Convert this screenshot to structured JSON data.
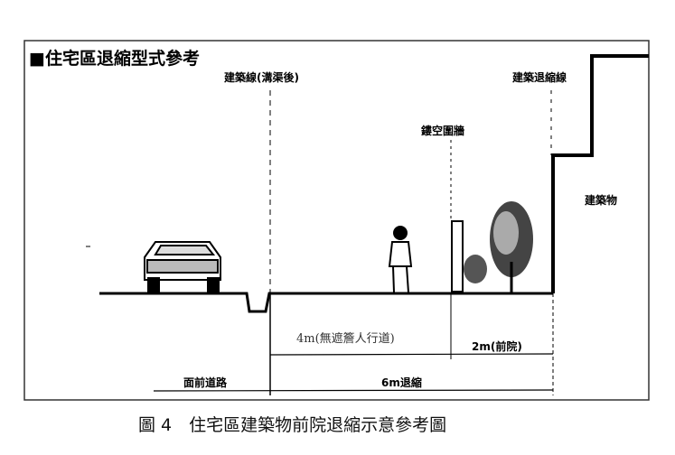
{
  "diagram": {
    "title": "■住宅區退縮型式參考",
    "labels": {
      "building_line": "建築線(溝渠後)",
      "setback_line": "建築退縮線",
      "open_fence": "鏤空圍牆",
      "building": "建築物",
      "sidewalk": "4m(無遮簷人行道)",
      "front_yard": "2m(前院)",
      "road": "面前道路",
      "setback_total": "6m退縮"
    }
  },
  "caption": "圖 4　住宅區建築物前院退縮示意參考圖"
}
